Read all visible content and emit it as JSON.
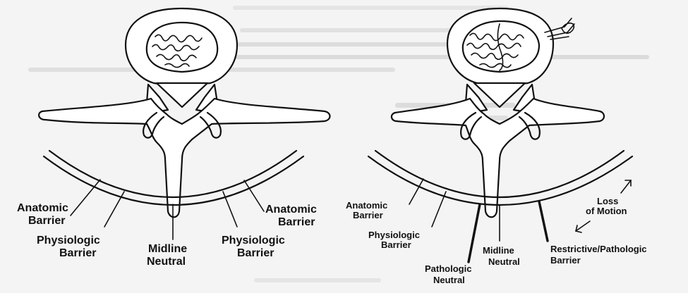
{
  "left_figure": {
    "labels": {
      "anatomic_barrier_left": [
        "Anatomic",
        "Barrier"
      ],
      "physiologic_barrier_left": [
        "Physiologic",
        "Barrier"
      ],
      "midline_neutral": [
        "Midline",
        "Neutral"
      ],
      "physiologic_barrier_right": [
        "Physiologic",
        "Barrier"
      ],
      "anatomic_barrier_right": [
        "Anatomic",
        "Barrier"
      ]
    }
  },
  "right_figure": {
    "labels": {
      "anatomic_barrier": [
        "Anatomic",
        "Barrier"
      ],
      "physiologic_barrier": [
        "Physiologic",
        "Barrier"
      ],
      "pathologic_neutral": [
        "Pathologic",
        "Neutral"
      ],
      "midline_neutral": [
        "Midline",
        "Neutral"
      ],
      "restrictive_barrier": [
        "Restrictive/Pathologic",
        "Barrier"
      ],
      "loss_of_motion": [
        "Loss",
        "of Motion"
      ]
    }
  }
}
